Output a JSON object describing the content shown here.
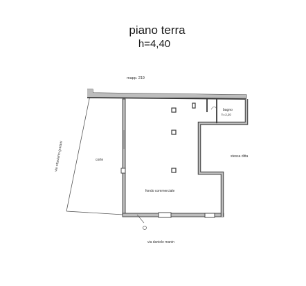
{
  "title": "piano terra",
  "subtitle": "h=4,40",
  "labels": {
    "mappale": "mapp. 219",
    "strada_ovest": "via ottaviano gratani",
    "corte": "corte",
    "bagno": "bagno",
    "bagno_h": "h=3,20",
    "stessa_ditta": "stessa ditta",
    "fondo": "fondo commerciale",
    "strada_sud": "via daniele manin"
  },
  "colors": {
    "wall": "#3a3a3a",
    "wall_fill": "#bdbdbd",
    "line": "#555555",
    "text": "#333333"
  }
}
